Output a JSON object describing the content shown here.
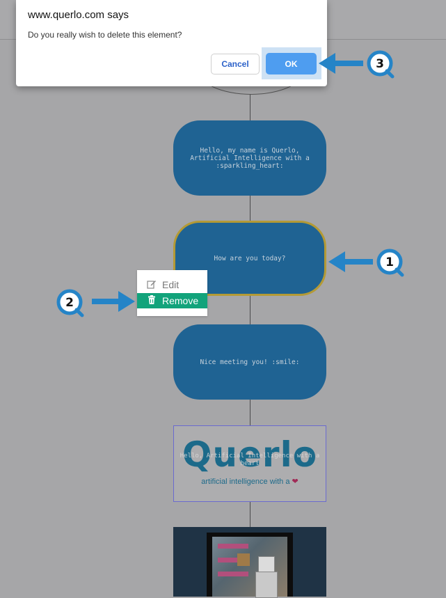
{
  "dialog": {
    "title": "www.querlo.com says",
    "message": "Do you really wish to delete this element?",
    "cancel_label": "Cancel",
    "ok_label": "OK"
  },
  "flow": {
    "nodes": [
      {
        "text": "Hello, my name is Querlo, Artificial Intelligence with a :sparkling_heart:"
      },
      {
        "text": "How are you today?"
      },
      {
        "text": "Nice meeting you! :smile:"
      }
    ],
    "image_node": {
      "logo_text": "Querlo",
      "overlay_text": "Hello, Artificial Intelligence with a heart",
      "tagline": "artificial intelligence with a",
      "heart_glyph": "❤"
    }
  },
  "context_menu": {
    "items": [
      {
        "label": "Edit",
        "icon": "pencil-icon"
      },
      {
        "label": "Remove",
        "icon": "trash-icon"
      }
    ]
  },
  "annotations": {
    "step1": "1",
    "step2": "2",
    "step3": "3"
  },
  "colors": {
    "node_blue": "#1f6393",
    "selected_border": "#b49a35",
    "remove_green": "#12a37b",
    "ok_blue": "#4e9df0",
    "arrow_blue": "#2584c7"
  }
}
